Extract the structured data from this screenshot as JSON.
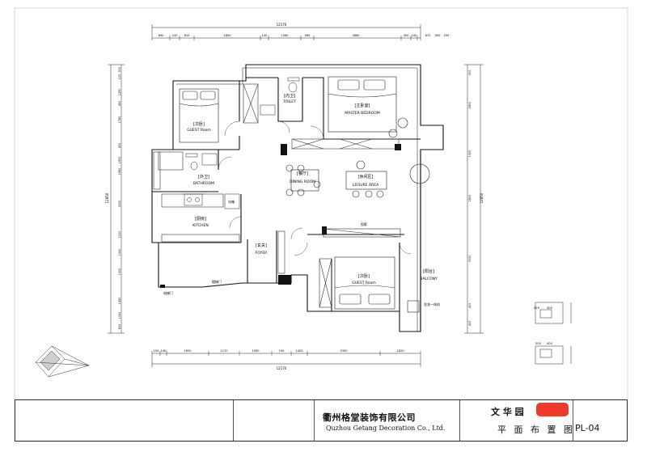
{
  "dimensions": {
    "top_total": "12170",
    "bottom_total": "12170",
    "left_total": "12850",
    "right_total": "12850",
    "top_segments": [
      "890",
      "240",
      "610",
      "2850",
      "140",
      "1560",
      "580",
      "3860",
      "400",
      "240",
      "670",
      "300",
      "290"
    ],
    "bottom_segments": [
      "150",
      "140",
      "1950",
      "1170",
      "1390",
      "190",
      "1420",
      "3350",
      "1820"
    ],
    "left_segments": [
      "500",
      "120",
      "1290",
      "450",
      "1780",
      "400",
      "1900",
      "1960",
      "3200",
      "1210",
      "1050",
      "1020",
      "1450",
      "1030",
      "800"
    ],
    "right_segments": [
      "300",
      "2800",
      "1300",
      "2800",
      "3000",
      "400",
      "400"
    ]
  },
  "rooms": [
    {
      "key": "guest_nw",
      "cn": "[次卧]",
      "en": "GUEST Room"
    },
    {
      "key": "toilet",
      "cn": "[内卫]",
      "en": "TOILET"
    },
    {
      "key": "master",
      "cn": "[主卧室]",
      "en": "MASTER BEDROOM"
    },
    {
      "key": "bath",
      "cn": "[外卫]",
      "en": "BATHROOM"
    },
    {
      "key": "dining",
      "cn": "[餐厅]",
      "en": "DINING ROOM"
    },
    {
      "key": "leisure",
      "cn": "[休闲区]",
      "en": "LEISURE AREA"
    },
    {
      "key": "kitchen",
      "cn": "[厨房]",
      "en": "KITCHEN"
    },
    {
      "key": "foyer",
      "cn": "[玄关]",
      "en": "FOYER"
    },
    {
      "key": "guest_s",
      "cn": "[次卧]",
      "en": "GUEST Room"
    },
    {
      "key": "balcony",
      "cn": "[阳台]",
      "en": "BALCONY"
    }
  ],
  "labels": {
    "fridge": "冰箱",
    "partition": "投影",
    "washer": "洗衣一体机",
    "meter_door": "电梯门",
    "entry_door": "楼梯门",
    "detail_dims": [
      "429",
      "400",
      "500",
      "400"
    ]
  },
  "title_block": {
    "company_cn": "衢州格堂装饰有限公司",
    "company_en": "Quzhou Getang Decoration Co., Ltd.",
    "project_name": "文 华 园",
    "drawing_name": "平 面 布 置 图",
    "drawing_no": "PL-04"
  },
  "colors": {
    "line": "#111111",
    "wall_fill": "#111111",
    "redaction": "#f03a2a"
  }
}
